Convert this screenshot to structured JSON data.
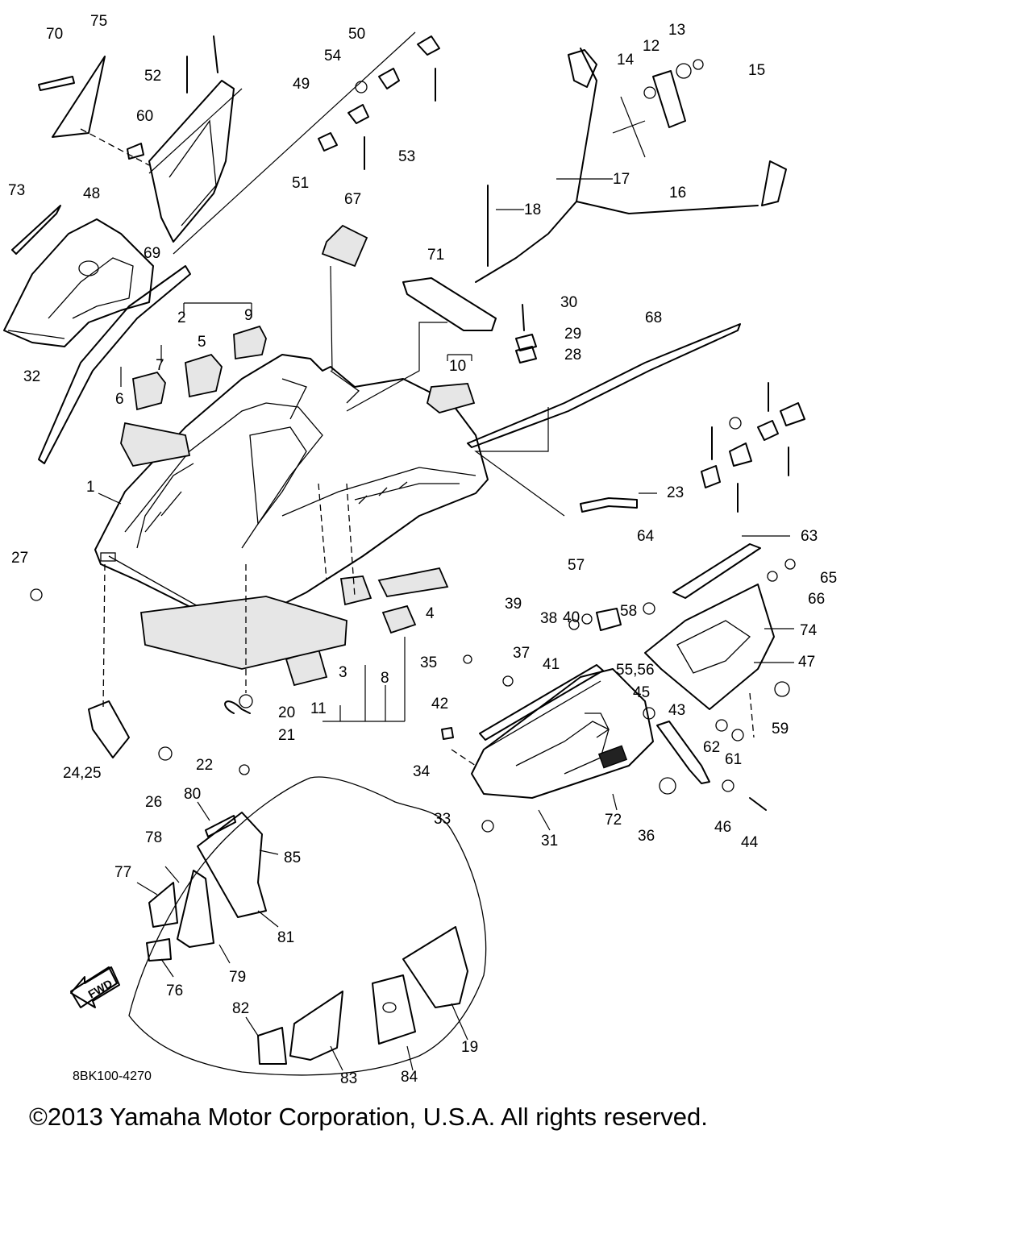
{
  "diagram": {
    "drawing_number": "8BK100-4270",
    "fwd_label": "FWD",
    "callouts": [
      "1",
      "2",
      "3",
      "4",
      "5",
      "6",
      "7",
      "8",
      "9",
      "10",
      "11",
      "12",
      "13",
      "14",
      "15",
      "16",
      "17",
      "18",
      "19",
      "20",
      "21",
      "22",
      "23",
      "24,25",
      "26",
      "27",
      "28",
      "29",
      "30",
      "31",
      "32",
      "33",
      "34",
      "35",
      "36",
      "37",
      "38",
      "39",
      "40",
      "41",
      "42",
      "43",
      "44",
      "45",
      "46",
      "47",
      "48",
      "49",
      "50",
      "51",
      "52",
      "53",
      "54",
      "55,56",
      "57",
      "58",
      "59",
      "60",
      "61",
      "62",
      "63",
      "64",
      "65",
      "66",
      "67",
      "68",
      "69",
      "70",
      "71",
      "72",
      "73",
      "74",
      "75",
      "76",
      "77",
      "78",
      "79",
      "80",
      "81",
      "82",
      "83",
      "84",
      "85"
    ]
  },
  "footer": {
    "copyright": "©2013 Yamaha Motor Corporation, U.S.A. All rights reserved."
  }
}
